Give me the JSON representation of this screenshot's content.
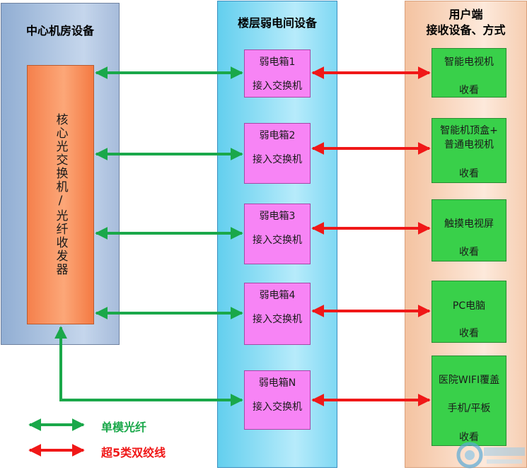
{
  "panels": {
    "left_title": "中心机房设备",
    "mid_title": "楼层弱电间设备",
    "right_title": "用户端\n接收设备、方式"
  },
  "core": {
    "label": "核心光交换机/光纤收发器"
  },
  "weak_boxes": [
    {
      "line1": "弱电箱1",
      "line2": "接入交换机"
    },
    {
      "line1": "弱电箱2",
      "line2": "接入交换机"
    },
    {
      "line1": "弱电箱3",
      "line2": "接入交换机"
    },
    {
      "line1": "弱电箱4",
      "line2": "接入交换机"
    },
    {
      "line1": "弱电箱N",
      "line2": "接入交换机"
    }
  ],
  "user_boxes": [
    {
      "lines": [
        "智能电视机",
        "收看"
      ]
    },
    {
      "lines": [
        "智能机顶盒+",
        "普通电视机",
        "收看"
      ]
    },
    {
      "lines": [
        "触摸电视屏",
        "收看"
      ]
    },
    {
      "lines": [
        "PC电脑",
        "收看"
      ]
    },
    {
      "lines": [
        "医院WIFI覆盖",
        "手机/平板",
        "收看"
      ]
    }
  ],
  "legend": {
    "green_label": "单模光纤",
    "red_label": "超5类双绞线"
  },
  "colors": {
    "fiber_arrow": "#1aa84a",
    "utp_arrow": "#f01818"
  },
  "watermark_icon": "brand-logo-icon"
}
